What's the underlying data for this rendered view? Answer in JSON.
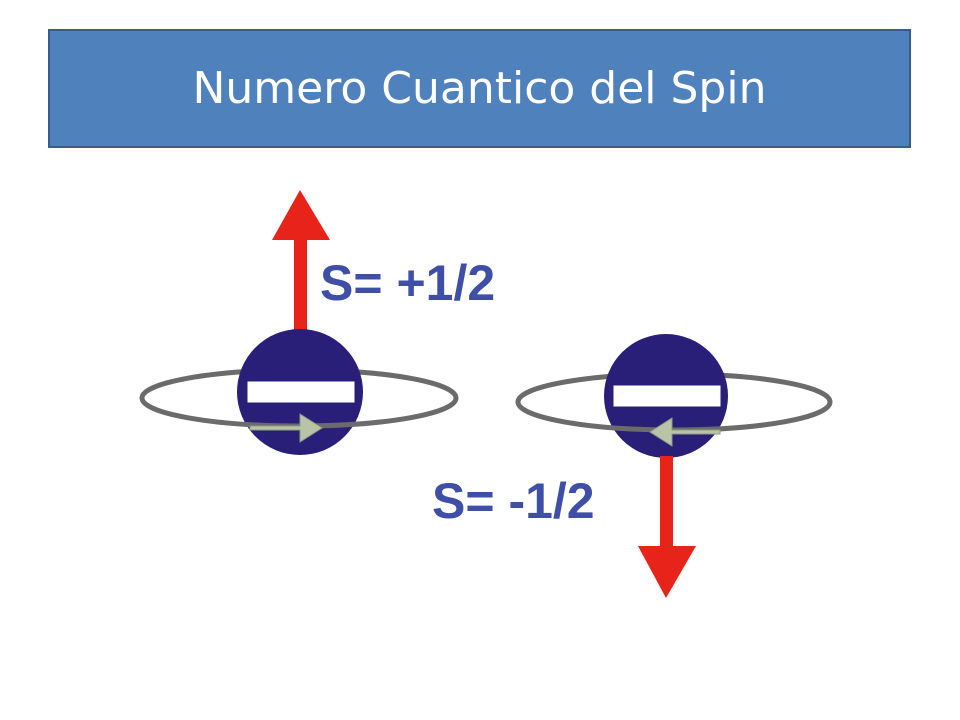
{
  "slide": {
    "title": "Numero Cuantico del Spin"
  },
  "diagram": {
    "electron_up": {
      "label": "S= +1/2",
      "spin_direction": "up",
      "rotation_arrow": "right"
    },
    "electron_down": {
      "label": "S= -1/2",
      "spin_direction": "down",
      "rotation_arrow": "left"
    }
  },
  "colors": {
    "title_fill": "#4f81bd",
    "title_border": "#385d8a",
    "title_text": "#ffffff",
    "electron_fill": "#2a1f78",
    "spin_arrow": "#e8231a",
    "label_text": "#3f4fa8",
    "orbit": "#6b6b6b",
    "rotation_arrow": "#b8c4a8"
  }
}
